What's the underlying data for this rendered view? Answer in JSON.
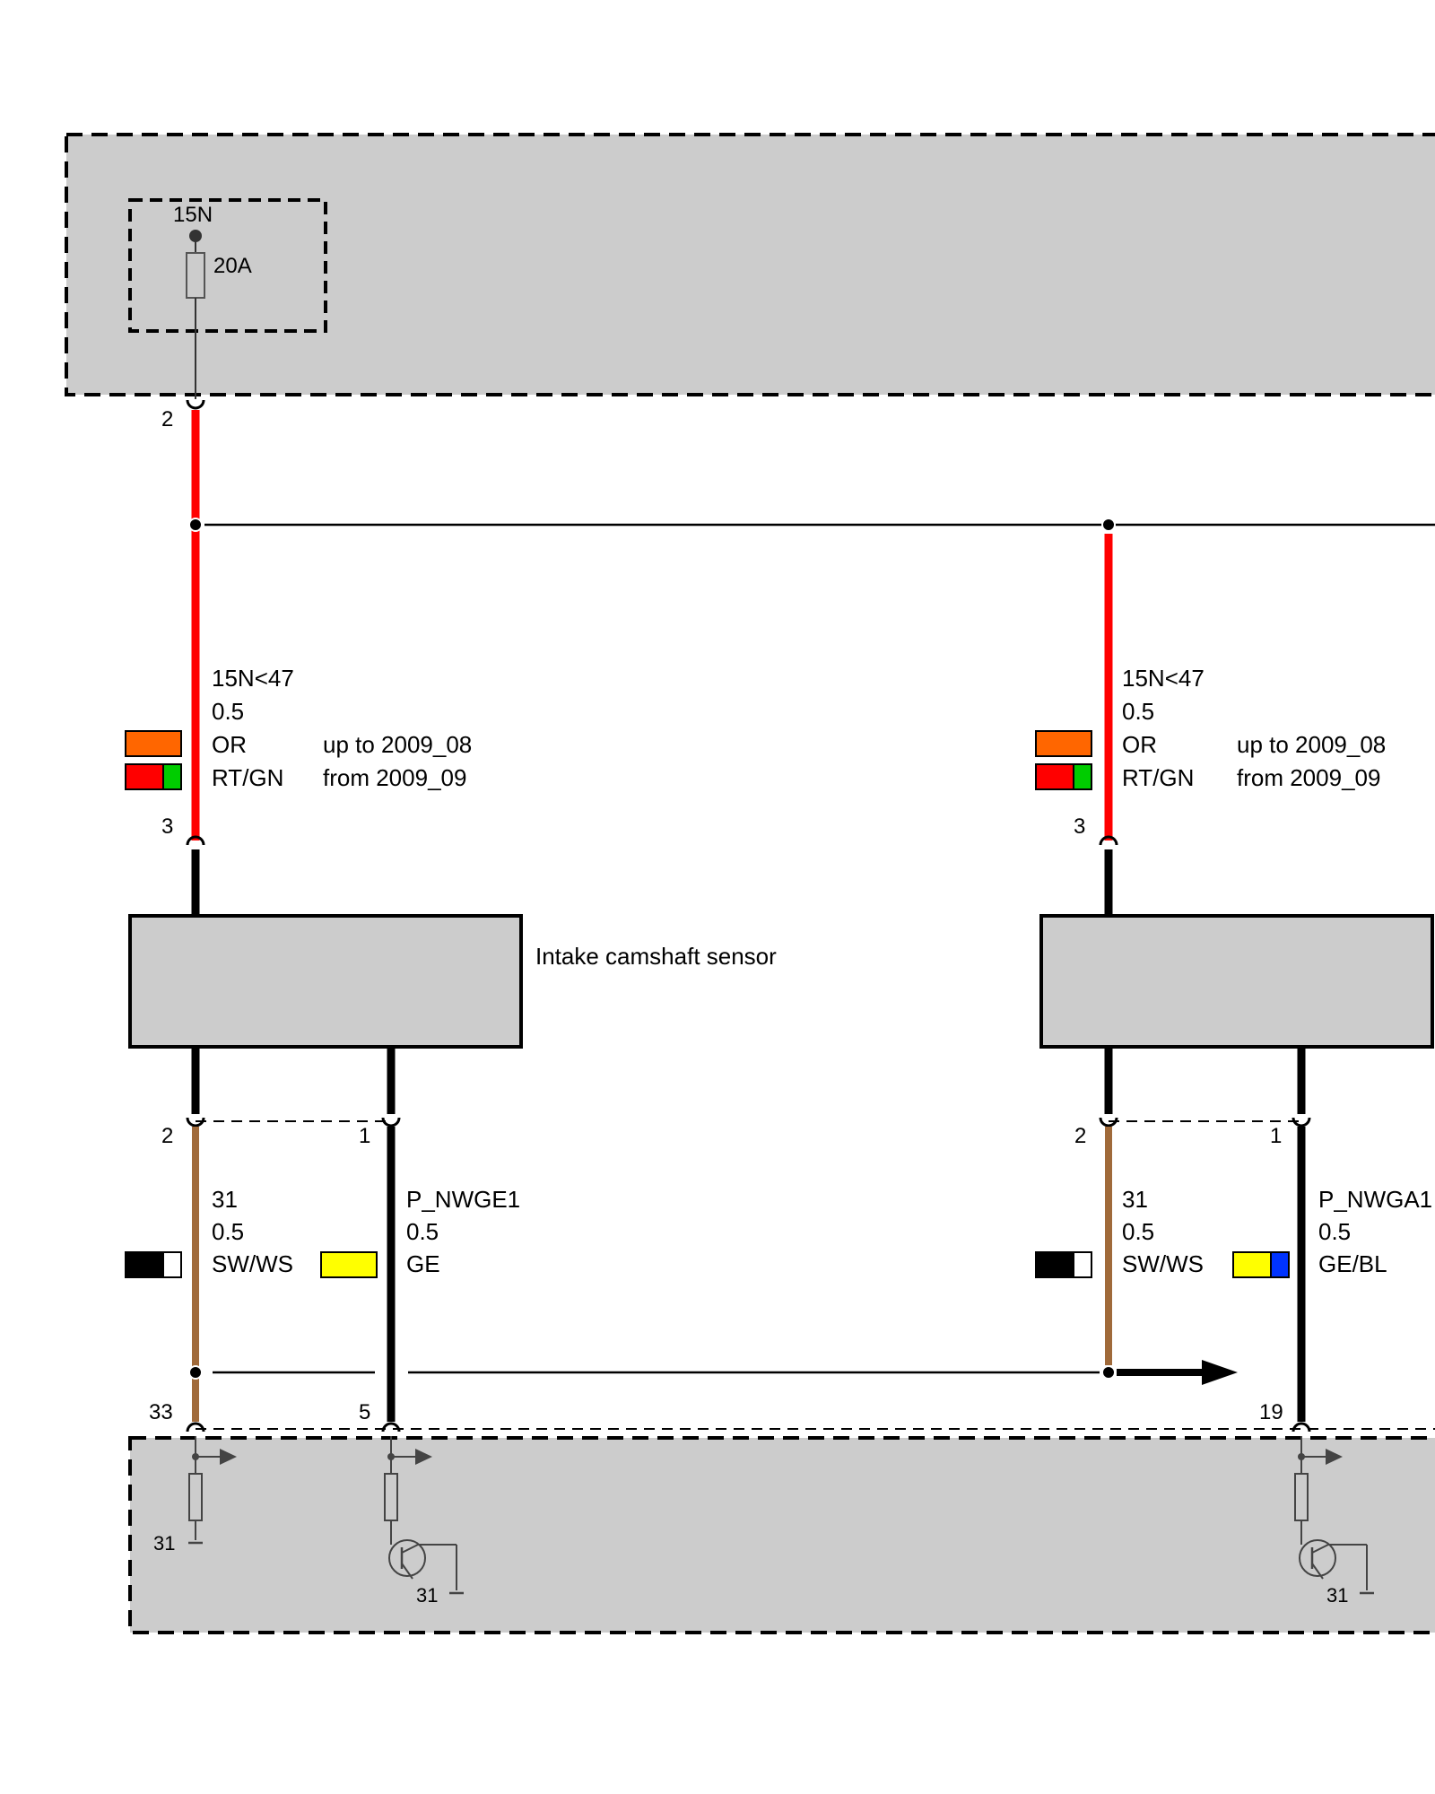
{
  "colors": {
    "housing": "#cccccc",
    "wire_red": "#ff0000",
    "wire_brown": "#a06a3a",
    "wire_black": "#000000",
    "swatch_orange": "#ff6600",
    "swatch_red": "#ff0000",
    "swatch_green": "#00cc00",
    "swatch_yellow": "#ffff00",
    "swatch_blue": "#0033ff",
    "swatch_white": "#ffffff"
  },
  "fuse": {
    "terminal": "15N",
    "rating": "20A",
    "output_pin": "2"
  },
  "left_sensor": {
    "name": "Intake camshaft sensor",
    "supply": {
      "pin_top": "3",
      "signal": "15N<47",
      "size": "0.5",
      "color1": "OR",
      "period1": "up to 2009_08",
      "color2": "RT/GN",
      "period2": "from 2009_09"
    },
    "ground": {
      "pin_sensor": "2",
      "signal": "31",
      "size": "0.5",
      "color": "SW/WS",
      "pin_ecu": "33"
    },
    "output": {
      "pin_sensor": "1",
      "signal": "P_NWGE1",
      "size": "0.5",
      "color": "GE",
      "pin_ecu": "5"
    }
  },
  "right_sensor": {
    "supply": {
      "pin_top": "3",
      "signal": "15N<47",
      "size": "0.5",
      "color1": "OR",
      "period1": "up to 2009_08",
      "color2": "RT/GN",
      "period2": "from 2009_09"
    },
    "ground": {
      "pin_sensor": "2",
      "signal": "31",
      "size": "0.5",
      "color": "SW/WS"
    },
    "output": {
      "pin_sensor": "1",
      "signal": "P_NWGA1",
      "size": "0.5",
      "color": "GE/BL",
      "pin_ecu": "19"
    }
  },
  "ecu": {
    "ground_label_1": "31",
    "ground_label_2": "31",
    "ground_label_3": "31"
  }
}
